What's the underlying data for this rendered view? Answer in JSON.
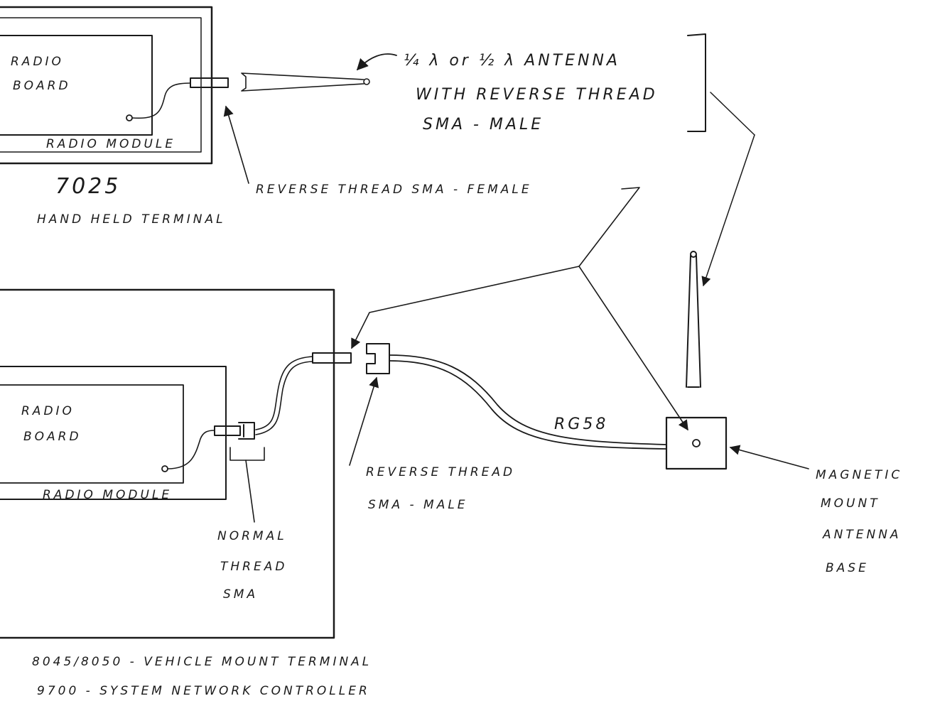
{
  "handheld": {
    "radio_board_line1": "RADIO",
    "radio_board_line2": "BOARD",
    "radio_module": "RADIO MODULE",
    "model": "7025",
    "name": "HAND HELD TERMINAL"
  },
  "antenna_label": {
    "line1": "¼ λ or ½ λ ANTENNA",
    "line2": "WITH REVERSE THREAD",
    "line3": "SMA - MALE"
  },
  "rs_female_label": "REVERSE THREAD SMA - FEMALE",
  "vehicle": {
    "radio_board_line1": "RADIO",
    "radio_board_line2": "BOARD",
    "radio_module": "RADIO MODULE",
    "normal_line1": "NORMAL",
    "normal_line2": "THREAD",
    "normal_line3": "SMA",
    "model_line1": "8045/8050 - VEHICLE MOUNT TERMINAL",
    "model_line2": "9700 - SYSTEM NETWORK CONTROLLER"
  },
  "rs_male_label": {
    "line1": "REVERSE THREAD",
    "line2": "SMA - MALE"
  },
  "cable_label": "RG58",
  "mag_mount": {
    "line1": "MAGNETIC",
    "line2": "MOUNT",
    "line3": "ANTENNA",
    "line4": "BASE"
  }
}
